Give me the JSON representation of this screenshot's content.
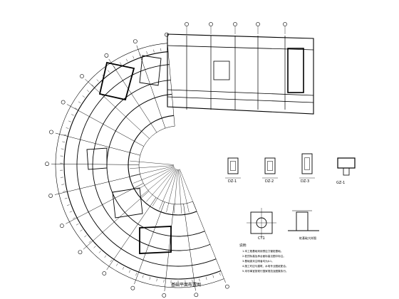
{
  "drawing": {
    "title": "基础平面布置图",
    "line_color": "#000000",
    "background": "#ffffff"
  },
  "details": {
    "dz1": "DZ-1",
    "dz2": "DZ-2",
    "dz3": "DZ-3",
    "gz": "GZ-1"
  },
  "column_detail": {
    "label": "CT1",
    "note": "桩基础大样图"
  },
  "notes": {
    "header": "说明:",
    "lines": [
      "1.本工程基础采用预应力管桩基础。",
      "2.桩顶标高及承台面标高见图中标注。",
      "3.基础梁未注明者均为JL1。",
      "4.施工时应与建筑、水电专业图纸配合。",
      "5.未尽事宜按现行国家规范及图集执行。"
    ]
  }
}
